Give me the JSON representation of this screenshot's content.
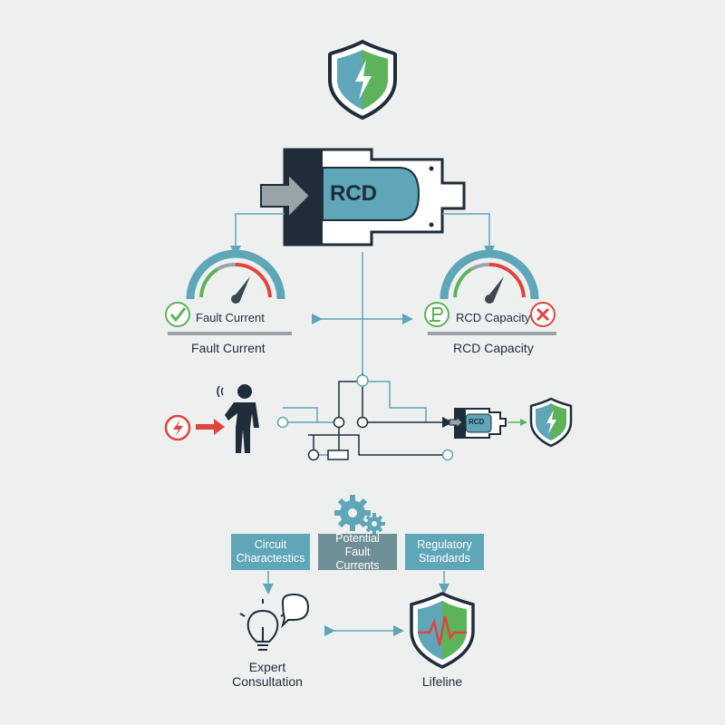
{
  "rcd": {
    "label": "RCD",
    "small_label": "RCD"
  },
  "gauges": {
    "left": {
      "badge": "Fault Current",
      "caption": "Fault Current"
    },
    "right": {
      "badge": "RCD Capacity",
      "caption": "RCD Capacity"
    }
  },
  "factors": [
    {
      "line1": "Circuit",
      "line2": "Charactestics"
    },
    {
      "line1": "Potential",
      "line2": "Fault Currents"
    },
    {
      "line1": "Regulatory",
      "line2": "Standards"
    }
  ],
  "bottom": {
    "expert_line1": "Expert",
    "expert_line2": "Consultation",
    "lifeline": "Lifeline"
  },
  "colors": {
    "teal": "#5ea6b8",
    "navy": "#1f2d3a",
    "green": "#5cb35a",
    "red": "#e0443c",
    "gray_box": "#6f8f96"
  }
}
